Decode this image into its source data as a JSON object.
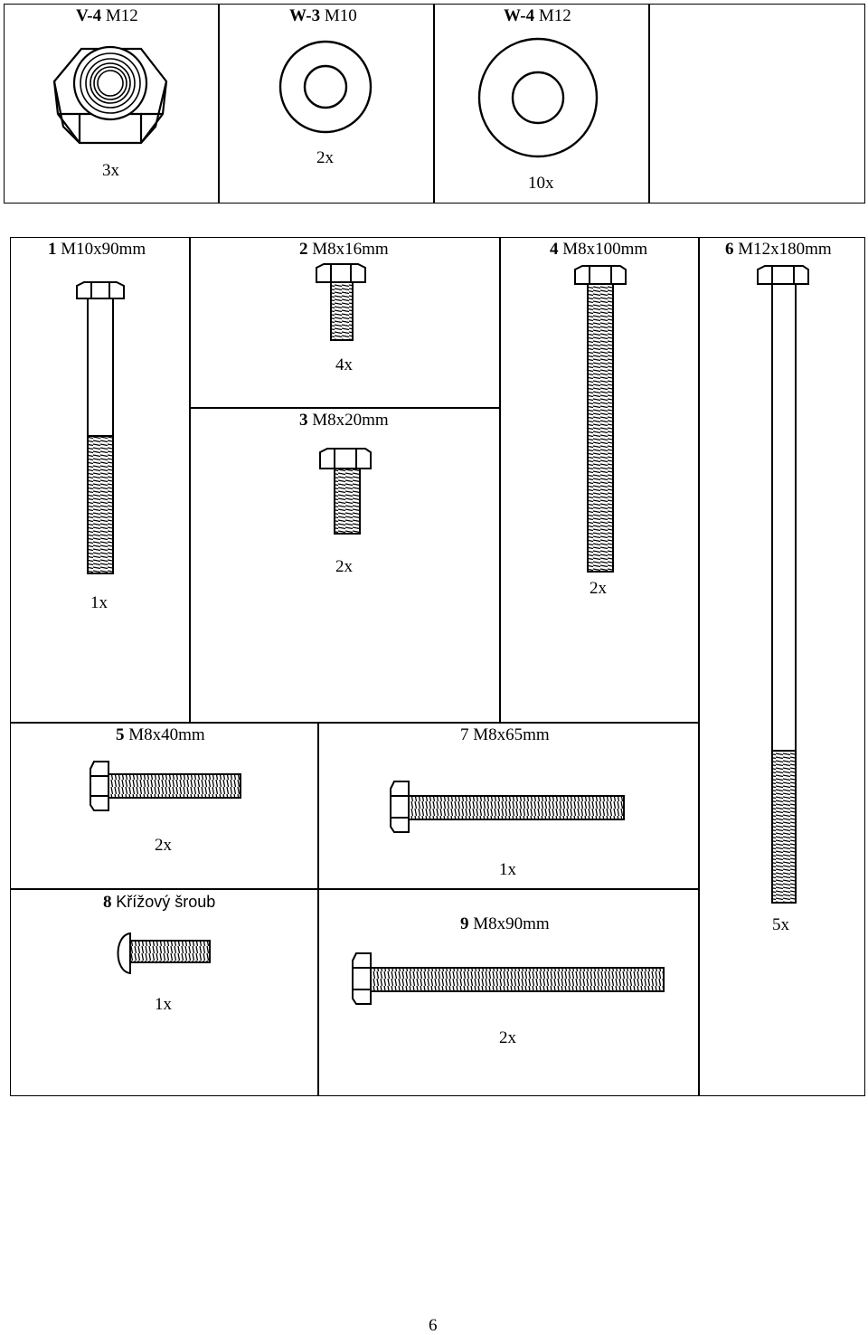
{
  "top_parts": [
    {
      "code": "V-4",
      "size": "M12",
      "qty": "3x",
      "icon": "hex-lock-nut-icon"
    },
    {
      "code": "W-3",
      "size": "M10",
      "qty": "2x",
      "icon": "washer-icon"
    },
    {
      "code": "W-4",
      "size": "M12",
      "qty": "10x",
      "icon": "washer-icon"
    }
  ],
  "bolts": [
    {
      "num": "1",
      "size": "M10x90mm",
      "qty": "1x",
      "icon": "hex-bolt-icon"
    },
    {
      "num": "2",
      "size": "M8x16mm",
      "qty": "4x",
      "icon": "hex-bolt-icon"
    },
    {
      "num": "3",
      "size": "M8x20mm",
      "qty": "2x",
      "icon": "hex-bolt-icon"
    },
    {
      "num": "4",
      "size": "M8x100mm",
      "qty": "2x",
      "icon": "hex-bolt-icon"
    },
    {
      "num": "5",
      "size": "M8x40mm",
      "qty": "2x",
      "icon": "hex-bolt-icon"
    },
    {
      "num": "6",
      "size": "M12x180mm",
      "qty": "5x",
      "icon": "hex-bolt-icon"
    },
    {
      "num": "7",
      "size": "M8x65mm",
      "qty": "1x",
      "icon": "hex-bolt-icon"
    },
    {
      "num": "8",
      "size": "Křížový šroub",
      "qty": "1x",
      "icon": "phillips-screw-icon"
    },
    {
      "num": "9",
      "size": "M8x90mm",
      "qty": "2x",
      "icon": "hex-bolt-icon"
    }
  ],
  "page_number": "6"
}
